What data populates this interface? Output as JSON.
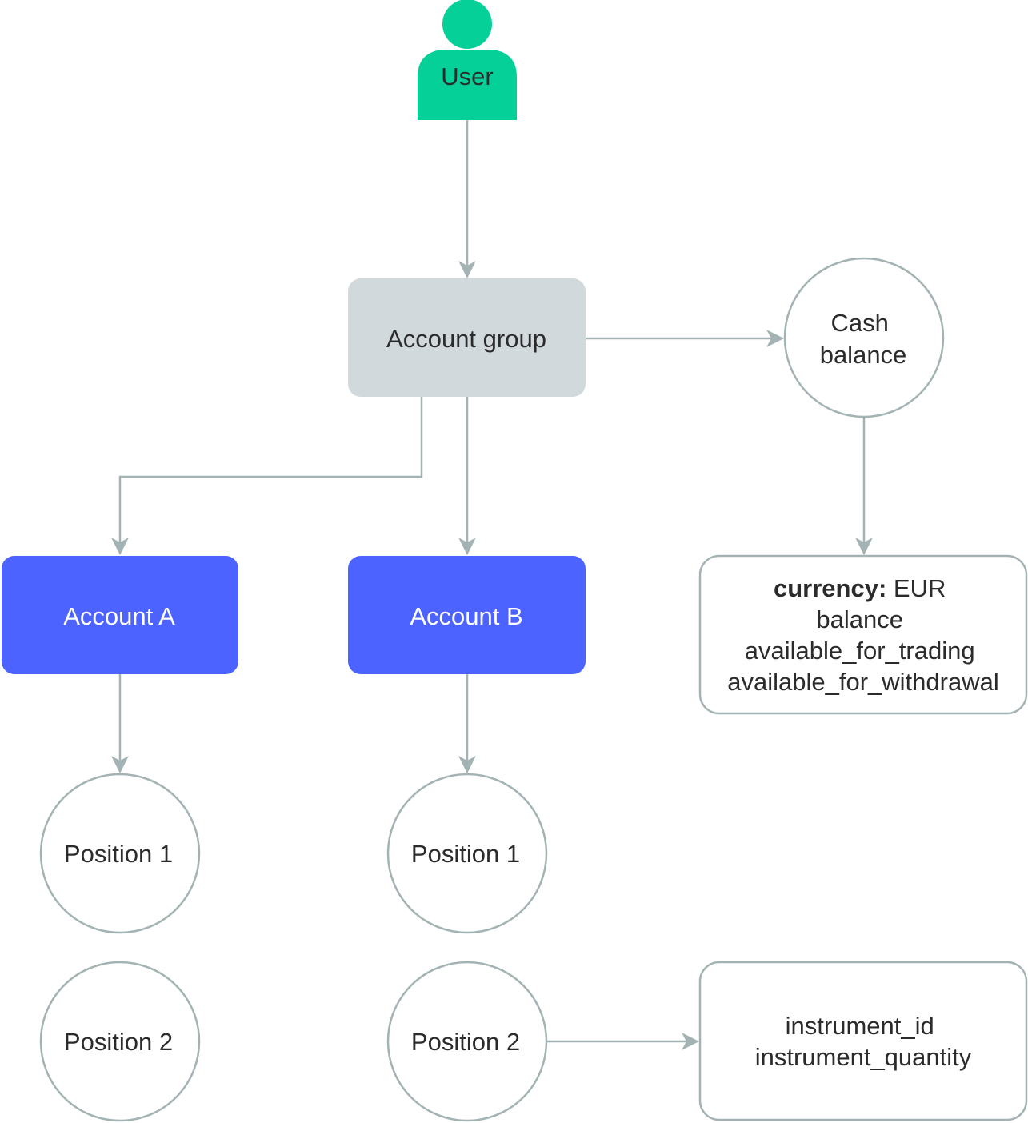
{
  "colors": {
    "user": "#05d098",
    "account_group": "#d1d9dc",
    "account": "#4c63ff",
    "node_border": "#a3b3b3",
    "connector": "#a3b3b3",
    "text_dark": "#2b2b2b",
    "text_light": "#ffffff"
  },
  "nodes": {
    "user": {
      "label": "User",
      "icon": "person-icon"
    },
    "account_group": {
      "label": "Account group"
    },
    "cash_balance": {
      "line1": "Cash",
      "line2": "balance"
    },
    "cash_details": {
      "currency_key": "currency:",
      "currency_value": " EUR",
      "line2": "balance",
      "line3": "available_for_trading",
      "line4": "available_for_withdrawal"
    },
    "account_a": {
      "label": "Account A"
    },
    "account_b": {
      "label": "Account B"
    },
    "account_a_position_1": {
      "label": "Position 1"
    },
    "account_a_position_2": {
      "label": "Position 2"
    },
    "account_b_position_1": {
      "label": "Position 1"
    },
    "account_b_position_2": {
      "label": "Position 2"
    },
    "position_details": {
      "line1": "instrument_id",
      "line2": "instrument_quantity"
    }
  }
}
